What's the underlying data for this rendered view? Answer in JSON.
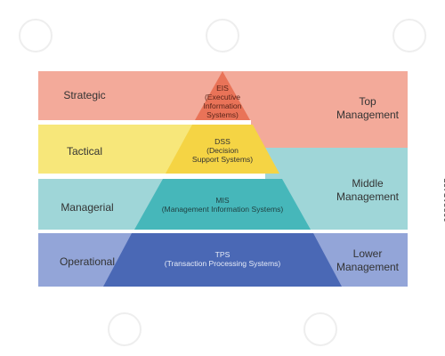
{
  "levels": {
    "strategic": "Strategic",
    "tactical": "Tactical",
    "managerial": "Managerial",
    "operational": "Operational"
  },
  "tiers": {
    "eis": {
      "line1": "EIS",
      "line2": "(Executive",
      "line3": "Information",
      "line4": "Systems)"
    },
    "dss": {
      "line1": "DSS",
      "line2": "(Decision",
      "line3": "Support Systems)"
    },
    "mis": {
      "line1": "MIS",
      "line2": "(Management Information Systems)"
    },
    "tps": {
      "line1": "TPS",
      "line2": "(Transaction Processing Systems)"
    }
  },
  "management": {
    "top": {
      "line1": "Top",
      "line2": "Management"
    },
    "middle": {
      "line1": "Middle",
      "line2": "Management"
    },
    "lower": {
      "line1": "Lower",
      "line2": "Management"
    }
  },
  "image_id": "698815435",
  "colors": {
    "strategic": "#f3aa9a",
    "tactical": "#f7e77a",
    "managerial": "#9fd6d8",
    "operational": "#93a5d8",
    "eis": "#e97358",
    "dss": "#f5d444",
    "mis": "#46b7ba",
    "tps": "#4a68b5",
    "top_mgmt": "#f3aa9a",
    "middle_mgmt": "#9fd6d8",
    "lower_mgmt": "#93a5d8"
  }
}
